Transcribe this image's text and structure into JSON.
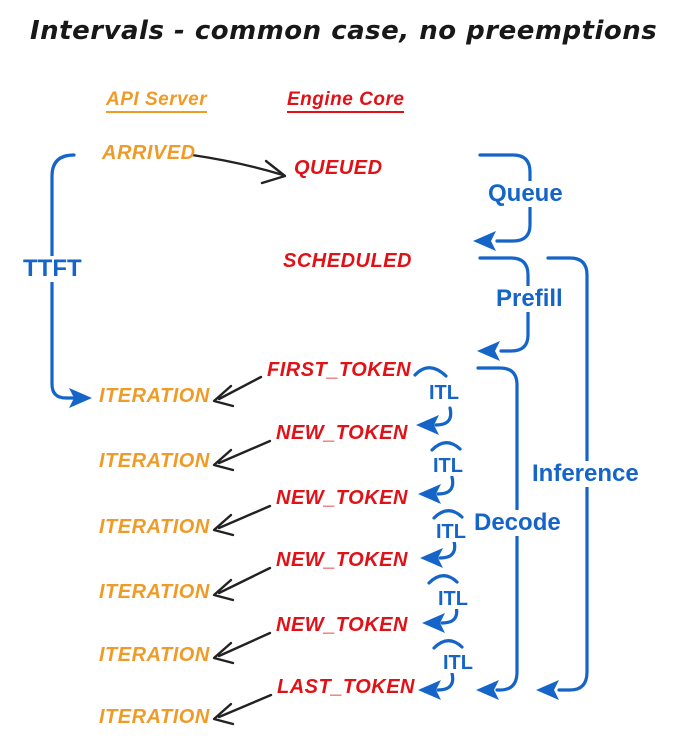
{
  "title": "Intervals - common case, no preemptions",
  "colors": {
    "api_server_accent": "#ef9b28",
    "engine_core_accent": "#e01217",
    "interval_accent": "#1565c8",
    "arrow_black": "#222222",
    "background": "#ffffff"
  },
  "api_server": {
    "header": "API Server",
    "events": [
      "ARRIVED",
      "ITERATION",
      "ITERATION",
      "ITERATION",
      "ITERATION",
      "ITERATION",
      "ITERATION"
    ]
  },
  "engine_core": {
    "header": "Engine Core",
    "events": [
      "QUEUED",
      "SCHEDULED",
      "FIRST_TOKEN",
      "NEW_TOKEN",
      "NEW_TOKEN",
      "NEW_TOKEN",
      "NEW_TOKEN",
      "LAST_TOKEN"
    ]
  },
  "intervals": {
    "ttft": "TTFT",
    "queue": "Queue",
    "prefill": "Prefill",
    "decode": "Decode",
    "inference": "Inference",
    "itl": [
      "ITL",
      "ITL",
      "ITL",
      "ITL",
      "ITL"
    ]
  }
}
